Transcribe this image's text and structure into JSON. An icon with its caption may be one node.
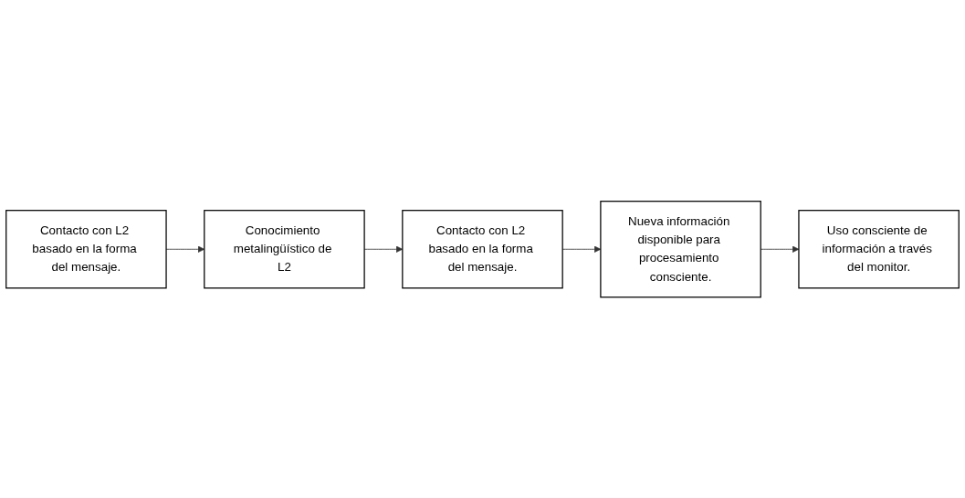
{
  "diagram": {
    "nodes": [
      {
        "text": [
          "Contacto con L2 basado en la forma del mensaje."
        ]
      },
      {
        "text": [
          "Conocimiento metalingüístico de L2"
        ]
      },
      {
        "text": [
          "Contacto con L2 basado en la forma del mensaje."
        ]
      },
      {
        "text": [
          "Nueva información disponible para procesamiento consciente."
        ]
      },
      {
        "text": [
          "Uso consciente de información a través del monitor."
        ]
      }
    ],
    "edges": [
      {
        "from": 0,
        "to": 1,
        "arrow": "to"
      },
      {
        "from": 1,
        "to": 2,
        "arrow": "to"
      },
      {
        "from": 2,
        "to": 3,
        "arrow": "to"
      },
      {
        "from": 3,
        "to": 4,
        "arrow": "to"
      }
    ]
  }
}
